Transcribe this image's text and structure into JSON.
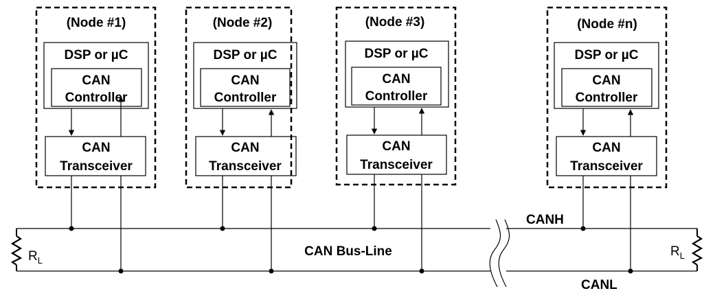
{
  "nodes": [
    {
      "title": "(Node #1)",
      "mcu": "DSP or µC",
      "controller_line1": "CAN",
      "controller_line2": "Controller",
      "transceiver_line1": "CAN",
      "transceiver_line2": "Transceiver"
    },
    {
      "title": "(Node #2)",
      "mcu": "DSP or µC",
      "controller_line1": "CAN",
      "controller_line2": "Controller",
      "transceiver_line1": "CAN",
      "transceiver_line2": "Transceiver"
    },
    {
      "title": "(Node #3)",
      "mcu": "DSP or µC",
      "controller_line1": "CAN",
      "controller_line2": "Controller",
      "transceiver_line1": "CAN",
      "transceiver_line2": "Transceiver"
    },
    {
      "title": "(Node #n)",
      "mcu": "DSP or µC",
      "controller_line1": "CAN",
      "controller_line2": "Controller",
      "transceiver_line1": "CAN",
      "transceiver_line2": "Transceiver"
    }
  ],
  "bus": {
    "label": "CAN Bus-Line",
    "canh": "CANH",
    "canl": "CANL",
    "resistor_main": "R",
    "resistor_sub": "L"
  }
}
